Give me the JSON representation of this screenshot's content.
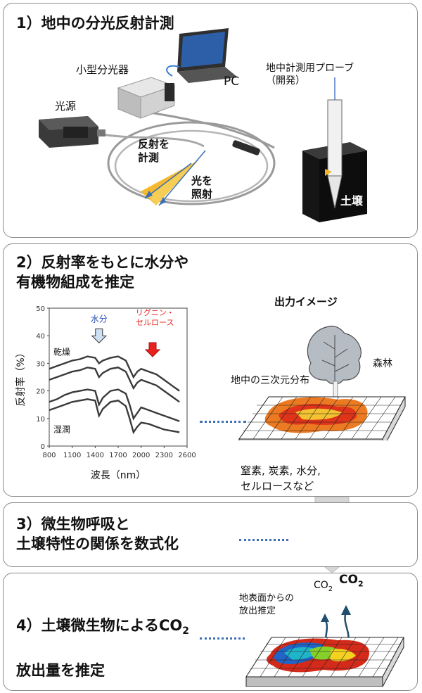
{
  "section1": {
    "title": "1）地中の分光反射計測",
    "spectrometer_label": "小型分光器",
    "pc_label": "PC",
    "light_source_label": "光源",
    "measure_reflection_label": "反射を\n計測",
    "irradiate_label": "光を\n照射",
    "probe_label": "地中計測用プローブ\n（開発）",
    "soil_label": "土壌"
  },
  "section2": {
    "title": "2）反射率をもとに水分や\n有機物組成を推定",
    "output_image_label": "出力イメージ",
    "distribution_label": "地中の三次元分布",
    "forest_label": "森林",
    "components_label": "窒素, 炭素, 水分,\nセルロースなど"
  },
  "section3": {
    "title": "3）微生物呼吸と\n土壌特性の関係を数式化"
  },
  "section4": {
    "title_main": "4）土壌微生物によるCO",
    "title_sub": "2",
    "title_line2": "放出量を推定",
    "surface_emission_label": "地表面からの\n放出推定",
    "co2_small_main": "CO",
    "co2_small_sub": "2",
    "co2_large_main": "CO",
    "co2_large_sub": "2"
  },
  "colors": {
    "arrow_water": "#cfe0f5",
    "arrow_lignin": "#e8231e",
    "lignin_text": "#e8231e",
    "water_text": "#2b4fb3",
    "dotted_connector": "#3d6fb4"
  },
  "chart_data": {
    "type": "line",
    "xlabel": "波長（nm）",
    "ylabel": "反射率（%）",
    "xlim": [
      800,
      2600
    ],
    "ylim": [
      0,
      50
    ],
    "x_ticks": [
      "800",
      "1100",
      "1400",
      "1700",
      "2000",
      "2300",
      "2600"
    ],
    "y_ticks": [
      "0",
      "10",
      "20",
      "30",
      "40",
      "50"
    ],
    "grid": false,
    "annotations": {
      "water": "水分",
      "lignin": "リグニン・\nセルロース",
      "dry": "乾燥",
      "wet": "湿潤"
    },
    "x": [
      800,
      900,
      1000,
      1100,
      1200,
      1300,
      1400,
      1450,
      1500,
      1600,
      1700,
      1800,
      1850,
      1900,
      1950,
      2000,
      2100,
      2200,
      2300,
      2400,
      2500
    ],
    "series": [
      {
        "values": [
          28,
          29,
          30,
          31,
          31.5,
          32.5,
          32,
          30,
          31,
          32,
          32.5,
          31,
          28,
          25,
          27,
          28,
          27,
          26,
          24,
          22,
          20
        ]
      },
      {
        "values": [
          24,
          25,
          26,
          27,
          27.5,
          28.5,
          28,
          25,
          26.5,
          28,
          28.5,
          27,
          24,
          21,
          23,
          24,
          23,
          22,
          20,
          18,
          16
        ]
      },
      {
        "values": [
          16,
          17,
          18.5,
          19.5,
          20,
          20.5,
          20,
          15,
          17.5,
          20,
          20.5,
          19,
          15,
          10,
          12,
          14,
          13,
          12,
          11,
          10,
          9
        ]
      },
      {
        "values": [
          13,
          14,
          15,
          16,
          16.5,
          17,
          16.5,
          11,
          13.5,
          16,
          16.5,
          14.5,
          10,
          5,
          7,
          8.5,
          8,
          7,
          6,
          5.5,
          5
        ]
      }
    ]
  }
}
